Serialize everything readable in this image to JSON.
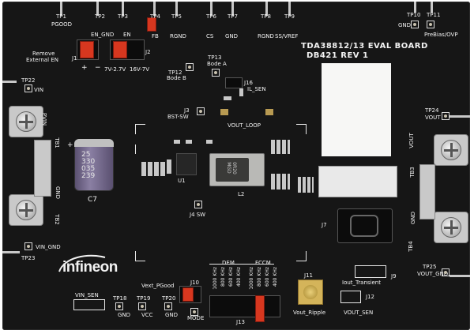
{
  "board": {
    "title_line1": "TDA38812/13 EVAL BOARD",
    "title_line2": "DB421 REV 1",
    "logo": "infineon"
  },
  "test_points": [
    {
      "id": "TP1",
      "label": "PGOOD"
    },
    {
      "id": "TP2",
      "label": "EN_GND"
    },
    {
      "id": "TP3",
      "label": "EN"
    },
    {
      "id": "TP4",
      "label": "FB"
    },
    {
      "id": "TP5",
      "label": "RGND"
    },
    {
      "id": "TP6",
      "label": "CS"
    },
    {
      "id": "TP7",
      "label": "GND"
    },
    {
      "id": "TP8",
      "label": "RGND"
    },
    {
      "id": "TP9",
      "label": "SS/VREF"
    },
    {
      "id": "TP10",
      "label": "GND"
    },
    {
      "id": "TP11",
      "label": "PreBias/OVP"
    },
    {
      "id": "TP12",
      "label": "Bode B"
    },
    {
      "id": "TP13",
      "label": "Bode A"
    },
    {
      "id": "TP22",
      "label": "VIN"
    },
    {
      "id": "TP23",
      "label": "VIN_GND"
    },
    {
      "id": "TP24",
      "label": "VOUT"
    },
    {
      "id": "TP25",
      "label": "VOUT_GND"
    },
    {
      "id": "TP18",
      "label": "GND"
    },
    {
      "id": "TP19",
      "label": "VCC"
    },
    {
      "id": "TP20",
      "label": "GND"
    }
  ],
  "silkscreen": {
    "remove": "Remove",
    "external_en": "External EN",
    "j1": "J1",
    "j2": "J2",
    "j1_plus": "+",
    "j1_minus": "−",
    "range_low": "7V-2.7V",
    "range_high": "16V-7V",
    "j16": "J16",
    "il_sen": "IL_SEN",
    "bst_sw": "BST-SW",
    "j3": "J3",
    "vout_loop": "VOUT_LOOP",
    "u1": "U1",
    "l2": "L2",
    "j4_sw": "J4  SW",
    "c7": "C7",
    "cap_text": "25\n330\n035\n239",
    "pvin": "PVIN",
    "tb1": "TB1",
    "tb2": "TB2",
    "gnd": "GND",
    "tb3": "TB3",
    "tb4": "TB4",
    "vout": "VOUT",
    "j7": "J7",
    "dem": "DEM",
    "fccm": "FCCM",
    "freqs": [
      "1000 KHz",
      "800 KHz",
      "600 KHz",
      "400 KHz",
      "1000 KHz",
      "800 KHz",
      "600 KHz",
      "400 KHz"
    ],
    "j13": "J13",
    "j11": "J11",
    "vout_ripple": "Vout_Ripple",
    "iout_transient": "Iout_Transient",
    "j9": "J9",
    "j12": "J12",
    "vout_sen": "VOUT_SEN",
    "vin_sen": "VIN_SEN",
    "vext_pgood": "Vext_PGood",
    "j10": "J10",
    "mode": "MODE",
    "inductor_text": "0R20\nMGD"
  }
}
